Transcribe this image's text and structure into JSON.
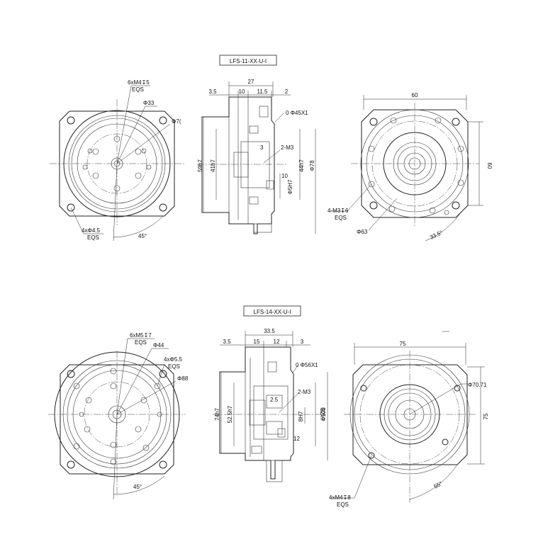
{
  "colors": {
    "line": "#222222",
    "background": "#ffffff"
  },
  "model_1": {
    "title": "LFS-11-XX-U-I",
    "front": {
      "holes": "6xM4",
      "holes_depth": "5",
      "holes_eqs": "EQS",
      "bolt_circle": "Φ33",
      "pilot": "Φ7(",
      "mount_holes": "4xΦ4.5",
      "mount_eqs": "EQS",
      "angle": "45°"
    },
    "side": {
      "len_total": "27",
      "seg_a": "3.5",
      "seg_b": "10",
      "seg_c": "11.5",
      "seg_d": "2",
      "chamfer": "0 Φ45X1",
      "tap": "2-M3",
      "dim_3": "3",
      "dim_10": "10",
      "h_59": "59h7",
      "h_41": "41h7",
      "h_44": "44h7",
      "d_78": "Φ78",
      "d_5": "Φ5H7"
    },
    "back": {
      "width": "60",
      "height": "60",
      "holes": "4-M3",
      "holes_depth": "6",
      "holes_eqs": "EQS",
      "pcd": "Φ63",
      "angle": "33.5°"
    }
  },
  "model_2": {
    "title": "LFS-14-XX-U-I",
    "front": {
      "holes": "6xM5",
      "holes_depth": "7",
      "holes_eqs": "EQS",
      "bolt_circle": "Φ44",
      "mount_holes": "4xΦ5.5",
      "mount_eqs": "EQS",
      "outer": "Φ88",
      "angle": "45°"
    },
    "side": {
      "len_total": "33.5",
      "seg_a": "3.5",
      "seg_b": "15",
      "seg_c": "12",
      "seg_d": "3",
      "chamfer": "0 Φ56X1",
      "tap": "2-M3",
      "dim_25": "2.5",
      "dim_12": "12",
      "h_74": "74h7",
      "h_525": "52.5h7",
      "h_8": "8H7",
      "h_52": "52h7",
      "d_100": "Φ100"
    },
    "back": {
      "width": "75",
      "height": "75",
      "pcd": "Φ70.71",
      "holes": "4xM4",
      "holes_depth": "8",
      "holes_eqs": "EQS",
      "angle": "55°"
    }
  }
}
